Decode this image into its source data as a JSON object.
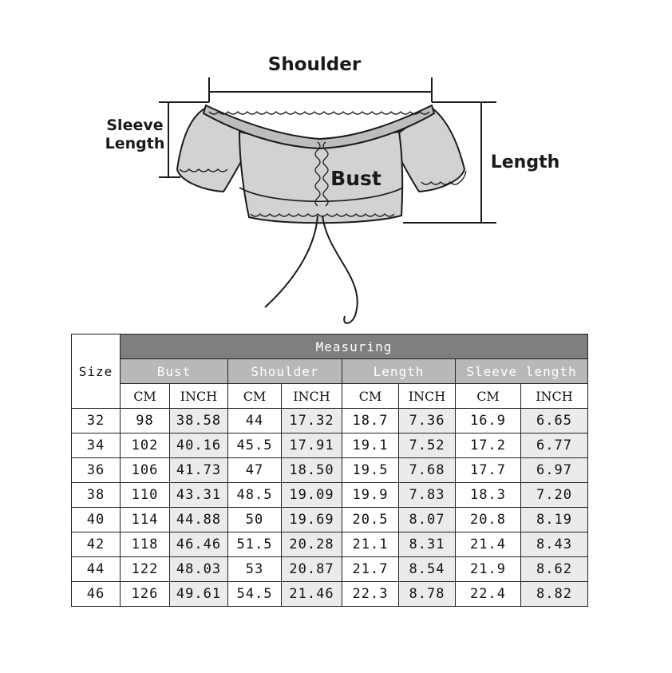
{
  "diagram": {
    "labels": {
      "shoulder": "Shoulder",
      "sleeve_line1": "Sleeve",
      "sleeve_line2": "Length",
      "length": "Length",
      "bust": "Bust"
    },
    "colors": {
      "garment_fill": "#d2d2d2",
      "outline": "#1a1a1a"
    }
  },
  "table": {
    "measuring": "Measuring",
    "size_header": "Size",
    "groups": [
      "Bust",
      "Shoulder",
      "Length",
      "Sleeve length"
    ],
    "units": [
      "CM",
      "INCH",
      "CM",
      "INCH",
      "CM",
      "INCH",
      "CM",
      "INCH"
    ],
    "rows": [
      {
        "size": "32",
        "values": [
          "98",
          "38.58",
          "44",
          "17.32",
          "18.7",
          "7.36",
          "16.9",
          "6.65"
        ]
      },
      {
        "size": "34",
        "values": [
          "102",
          "40.16",
          "45.5",
          "17.91",
          "19.1",
          "7.52",
          "17.2",
          "6.77"
        ]
      },
      {
        "size": "36",
        "values": [
          "106",
          "41.73",
          "47",
          "18.50",
          "19.5",
          "7.68",
          "17.7",
          "6.97"
        ]
      },
      {
        "size": "38",
        "values": [
          "110",
          "43.31",
          "48.5",
          "19.09",
          "19.9",
          "7.83",
          "18.3",
          "7.20"
        ]
      },
      {
        "size": "40",
        "values": [
          "114",
          "44.88",
          "50",
          "19.69",
          "20.5",
          "8.07",
          "20.8",
          "8.19"
        ]
      },
      {
        "size": "42",
        "values": [
          "118",
          "46.46",
          "51.5",
          "20.28",
          "21.1",
          "8.31",
          "21.4",
          "8.43"
        ]
      },
      {
        "size": "44",
        "values": [
          "122",
          "48.03",
          "53",
          "20.87",
          "21.7",
          "8.54",
          "21.9",
          "8.62"
        ]
      },
      {
        "size": "46",
        "values": [
          "126",
          "49.61",
          "54.5",
          "21.46",
          "22.3",
          "8.78",
          "22.4",
          "8.82"
        ]
      }
    ],
    "colors": {
      "measuring_bg": "#7f7f7f",
      "group_bg": "#b8b8b8",
      "inch_bg": "#ebebeb"
    }
  }
}
